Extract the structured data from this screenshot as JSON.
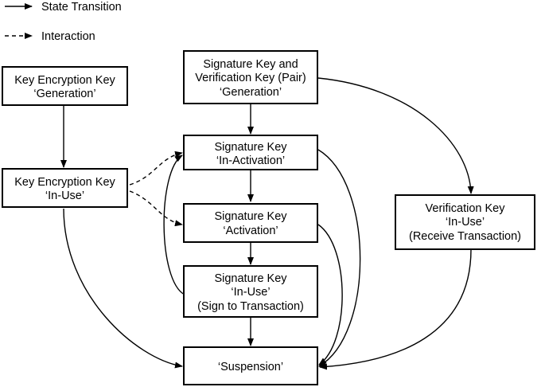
{
  "legend": {
    "solid_label": "State Transition",
    "dashed_label": "Interaction"
  },
  "nodes": {
    "kek_generation": [
      "Key Encryption Key",
      "‘Generation’"
    ],
    "kek_in_use": [
      "Key Encryption Key",
      "‘In-Use’"
    ],
    "sig_pair_generation": [
      "Signature Key and",
      "Verification Key (Pair)",
      "‘Generation’"
    ],
    "sig_in_activation": [
      "Signature Key",
      "‘In-Activation’"
    ],
    "sig_activation": [
      "Signature Key",
      "‘Activation’"
    ],
    "sig_in_use": [
      "Signature Key",
      "‘In-Use’",
      "(Sign to Transaction)"
    ],
    "suspension": [
      "‘Suspension’"
    ],
    "ver_in_use": [
      "Verification Key",
      "‘In-Use’",
      "(Receive Transaction)"
    ]
  }
}
